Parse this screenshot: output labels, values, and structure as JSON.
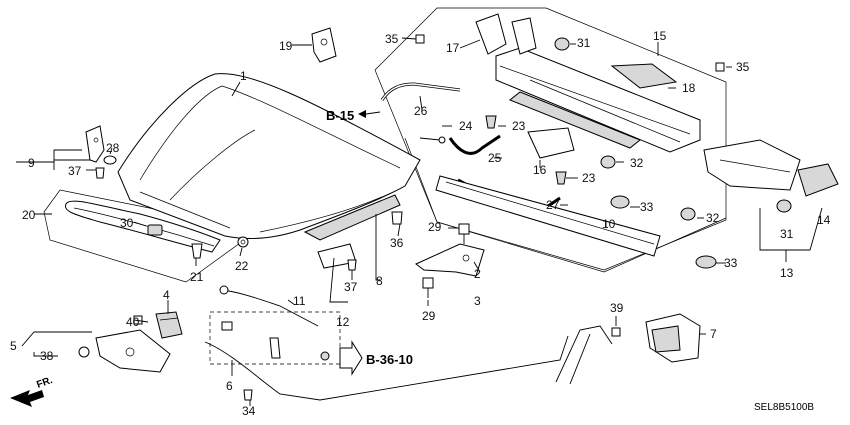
{
  "refs": {
    "b15": "B-15",
    "b3610": "B-36-10"
  },
  "fr_label": "FR.",
  "diagram_code": "SEL8B5100B",
  "callouts": [
    "1",
    "19",
    "35",
    "17",
    "31",
    "15",
    "35",
    "18",
    "26",
    "24",
    "23",
    "25",
    "16",
    "32",
    "23",
    "27",
    "33",
    "10",
    "32",
    "33",
    "14",
    "31",
    "13",
    "9",
    "28",
    "37",
    "20",
    "30",
    "21",
    "22",
    "29",
    "36",
    "8",
    "37",
    "12",
    "2",
    "3",
    "29",
    "11",
    "4",
    "40",
    "5",
    "38",
    "6",
    "34",
    "39",
    "7"
  ]
}
